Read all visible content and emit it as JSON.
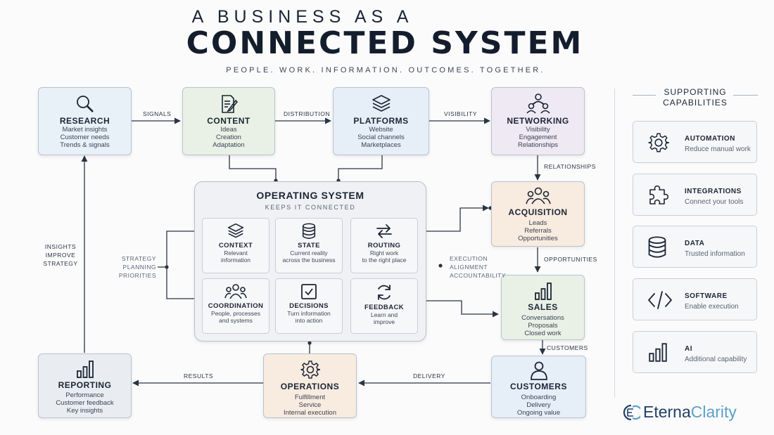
{
  "title": {
    "top": "A BUSINESS AS A",
    "main": "CONNECTED SYSTEM",
    "subtitle": "PEOPLE. WORK. INFORMATION. OUTCOMES. TOGETHER."
  },
  "nodes": {
    "research": {
      "title": "RESEARCH",
      "lines": [
        "Market insights",
        "Customer needs",
        "Trends & signals"
      ],
      "icon": "magnifier-icon"
    },
    "content": {
      "title": "CONTENT",
      "lines": [
        "Ideas",
        "Creation",
        "Adaptation"
      ],
      "icon": "document-pen-icon"
    },
    "platforms": {
      "title": "PLATFORMS",
      "lines": [
        "Website",
        "Social channels",
        "Marketplaces"
      ],
      "icon": "layers-icon"
    },
    "networking": {
      "title": "NETWORKING",
      "lines": [
        "Visibility",
        "Engagement",
        "Relationships"
      ],
      "icon": "people-network-icon"
    },
    "acquisition": {
      "title": "ACQUISITION",
      "lines": [
        "Leads",
        "Referrals",
        "Opportunities"
      ],
      "icon": "group-icon"
    },
    "sales": {
      "title": "SALES",
      "lines": [
        "Conversations",
        "Proposals",
        "Closed work"
      ],
      "icon": "bar-chart-icon"
    },
    "customers": {
      "title": "CUSTOMERS",
      "lines": [
        "Onboarding",
        "Delivery",
        "Ongoing value"
      ],
      "icon": "person-icon"
    },
    "operations": {
      "title": "OPERATIONS",
      "lines": [
        "Fulfillment",
        "Service",
        "Internal execution"
      ],
      "icon": "gear-icon"
    },
    "reporting": {
      "title": "REPORTING",
      "lines": [
        "Performance",
        "Customer feedback",
        "Key insights"
      ],
      "icon": "bar-chart-icon"
    }
  },
  "operating_system": {
    "title": "OPERATING SYSTEM",
    "subtitle": "KEEPS IT CONNECTED",
    "cells": [
      {
        "title": "CONTEXT",
        "lines": [
          "Relevant",
          "information"
        ],
        "icon": "layers-icon"
      },
      {
        "title": "STATE",
        "lines": [
          "Current reality",
          "across the business"
        ],
        "icon": "database-icon"
      },
      {
        "title": "ROUTING",
        "lines": [
          "Right work",
          "to the right place"
        ],
        "icon": "swap-arrows-icon"
      },
      {
        "title": "COORDINATION",
        "lines": [
          "People, processes",
          "and systems"
        ],
        "icon": "team-icon"
      },
      {
        "title": "DECISIONS",
        "lines": [
          "Turn information",
          "into action"
        ],
        "icon": "checkbox-icon"
      },
      {
        "title": "FEEDBACK",
        "lines": [
          "Learn and",
          "improve"
        ],
        "icon": "refresh-icon"
      }
    ]
  },
  "connectors": {
    "signals": "SIGNALS",
    "distribution": "DISTRIBUTION",
    "visibility": "VISIBILITY",
    "relationships": "RELATIONSHIPS",
    "opportunities": "OPPORTUNITIES",
    "customers": "CUSTOMERS",
    "delivery": "DELIVERY",
    "results": "RESULTS",
    "insights": [
      "INSIGHTS",
      "IMPROVE",
      "STRATEGY"
    ],
    "strategy": [
      "STRATEGY",
      "PLANNING",
      "PRIORITIES"
    ],
    "execution": [
      "EXECUTION",
      "ALIGNMENT",
      "ACCOUNTABILITY"
    ]
  },
  "supporting": {
    "heading": [
      "SUPPORTING",
      "CAPABILITIES"
    ],
    "items": [
      {
        "title": "AUTOMATION",
        "desc": "Reduce manual work",
        "icon": "gear-icon"
      },
      {
        "title": "INTEGRATIONS",
        "desc": "Connect your tools",
        "icon": "puzzle-icon"
      },
      {
        "title": "DATA",
        "desc": "Trusted information",
        "icon": "database-icon"
      },
      {
        "title": "SOFTWARE",
        "desc": "Enable execution",
        "icon": "code-brackets-icon"
      },
      {
        "title": "AI",
        "desc": "Additional capability",
        "icon": "bar-chart-icon"
      }
    ]
  },
  "brand": {
    "part1": "Eterna",
    "part2": "Clarity",
    "icon": "ec-logo-icon"
  },
  "colors": {
    "ink": "#1b2535",
    "line": "#2b3443",
    "blue": "#e8f0f8",
    "green": "#e9f1e6",
    "purple": "#efe9f3",
    "orange": "#f8ebdf",
    "gray": "#e9edf1",
    "brand": "#1f3f66",
    "brand_accent": "#5aa1c9"
  }
}
